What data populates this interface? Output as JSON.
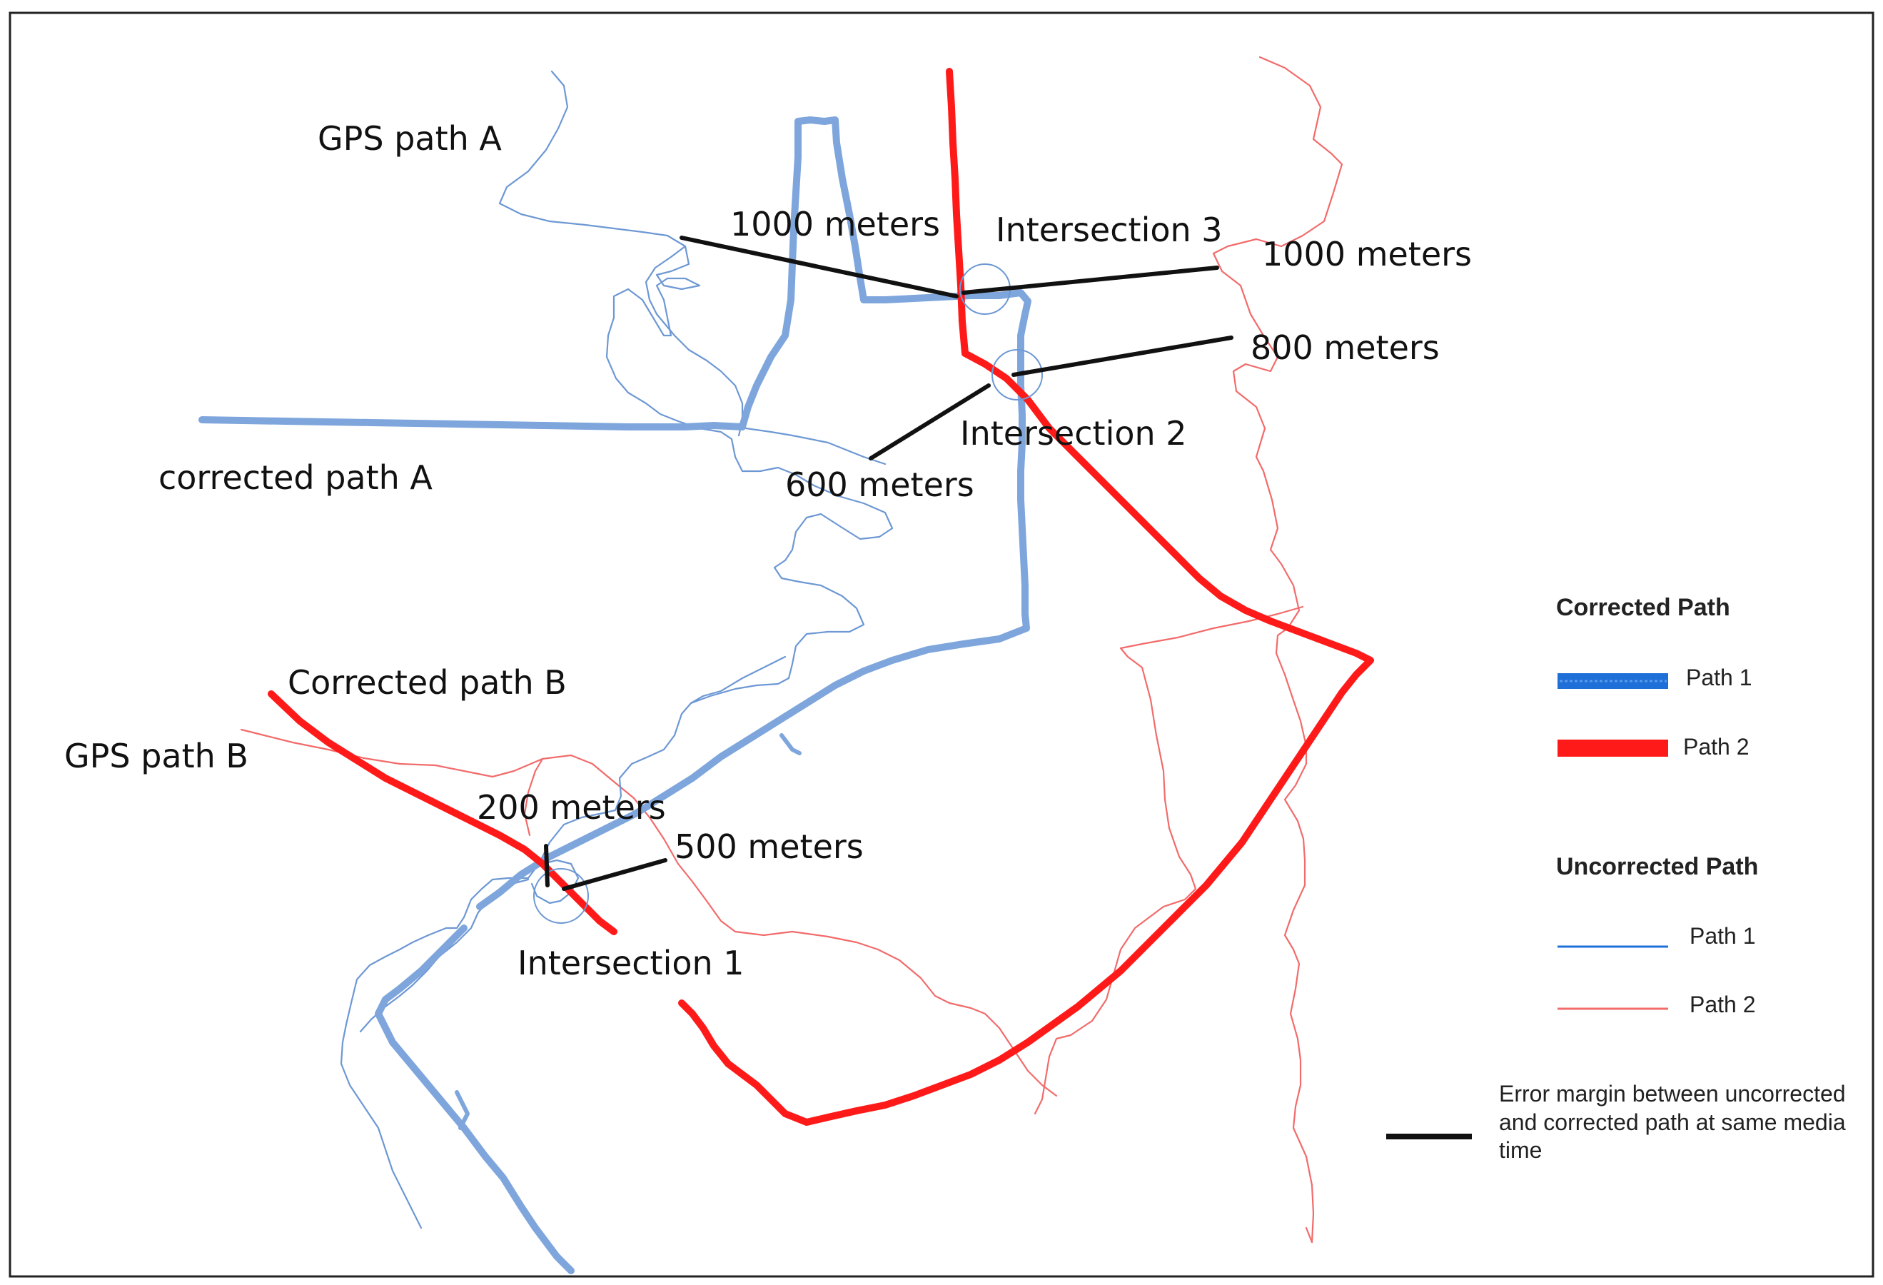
{
  "colors": {
    "corrected_path_1": "#7ea6dc",
    "corrected_path_2": "#ff1a1a",
    "uncorrected_path_1": "#6d98d4",
    "uncorrected_path_2": "#f26b6b",
    "error_margin": "#111111",
    "legend_path_1_solid": "#1f6fd8",
    "border": "#222222"
  },
  "labels": {
    "gps_path_a": "GPS path A",
    "corrected_path_a": "corrected path A",
    "corrected_path_b": "Corrected path B",
    "gps_path_b": "GPS path B",
    "intersection_1": "Intersection 1",
    "intersection_2": "Intersection 2",
    "intersection_3": "Intersection 3",
    "dist_1000_left": "1000 meters",
    "dist_1000_right": "1000 meters",
    "dist_800": "800 meters",
    "dist_600": "600 meters",
    "dist_200": "200 meters",
    "dist_500": "500 meters"
  },
  "legend": {
    "corrected_heading": "Corrected Path",
    "corrected_items": [
      "Path 1",
      "Path 2"
    ],
    "uncorrected_heading": "Uncorrected Path",
    "uncorrected_items": [
      "Path 1",
      "Path 2"
    ],
    "error_note_lines": [
      "Error margin between uncorrected",
      "and corrected path at same media",
      "time"
    ]
  }
}
